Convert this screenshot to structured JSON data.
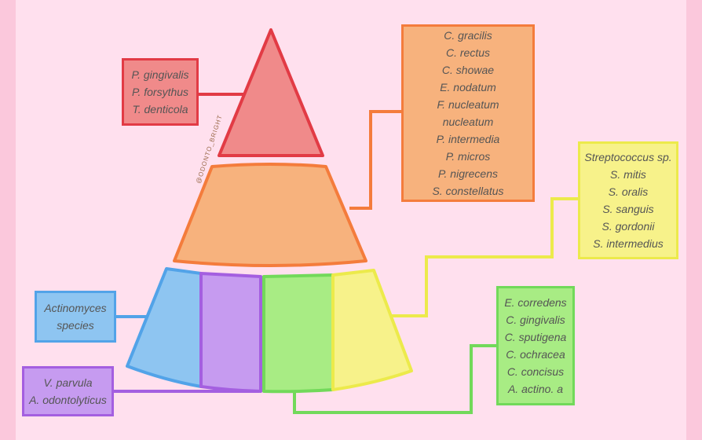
{
  "watermark": "@ODONTO_BRIGHT",
  "boxes": {
    "red": [
      "P. gingivalis",
      "P. forsythus",
      "T. denticola"
    ],
    "orange": [
      "C. gracilis",
      "C. rectus",
      "C. showae",
      "E. nodatum",
      "F. nucleatum",
      "nucleatum",
      "P. intermedia",
      "P. micros",
      "P. nigrecens",
      "S. constellatus"
    ],
    "yellow": [
      "Streptococcus sp.",
      "S. mitis",
      "S. oralis",
      "S. sanguis",
      "S. gordonii",
      "S. intermedius"
    ],
    "green": [
      "E. corredens",
      "C. gingivalis",
      "C. sputigena",
      "C. ochracea",
      "C. concisus",
      "A. actino. a"
    ],
    "blue": [
      "Actinomyces",
      "species"
    ],
    "purple": [
      "V. parvula",
      "A. odontolyticus"
    ]
  },
  "colors": {
    "red": "#e23b45",
    "orange": "#f47c3c",
    "yellow": "#ecea4b",
    "green": "#72d95a",
    "blue": "#52a3e8",
    "purple": "#a45fe0"
  }
}
